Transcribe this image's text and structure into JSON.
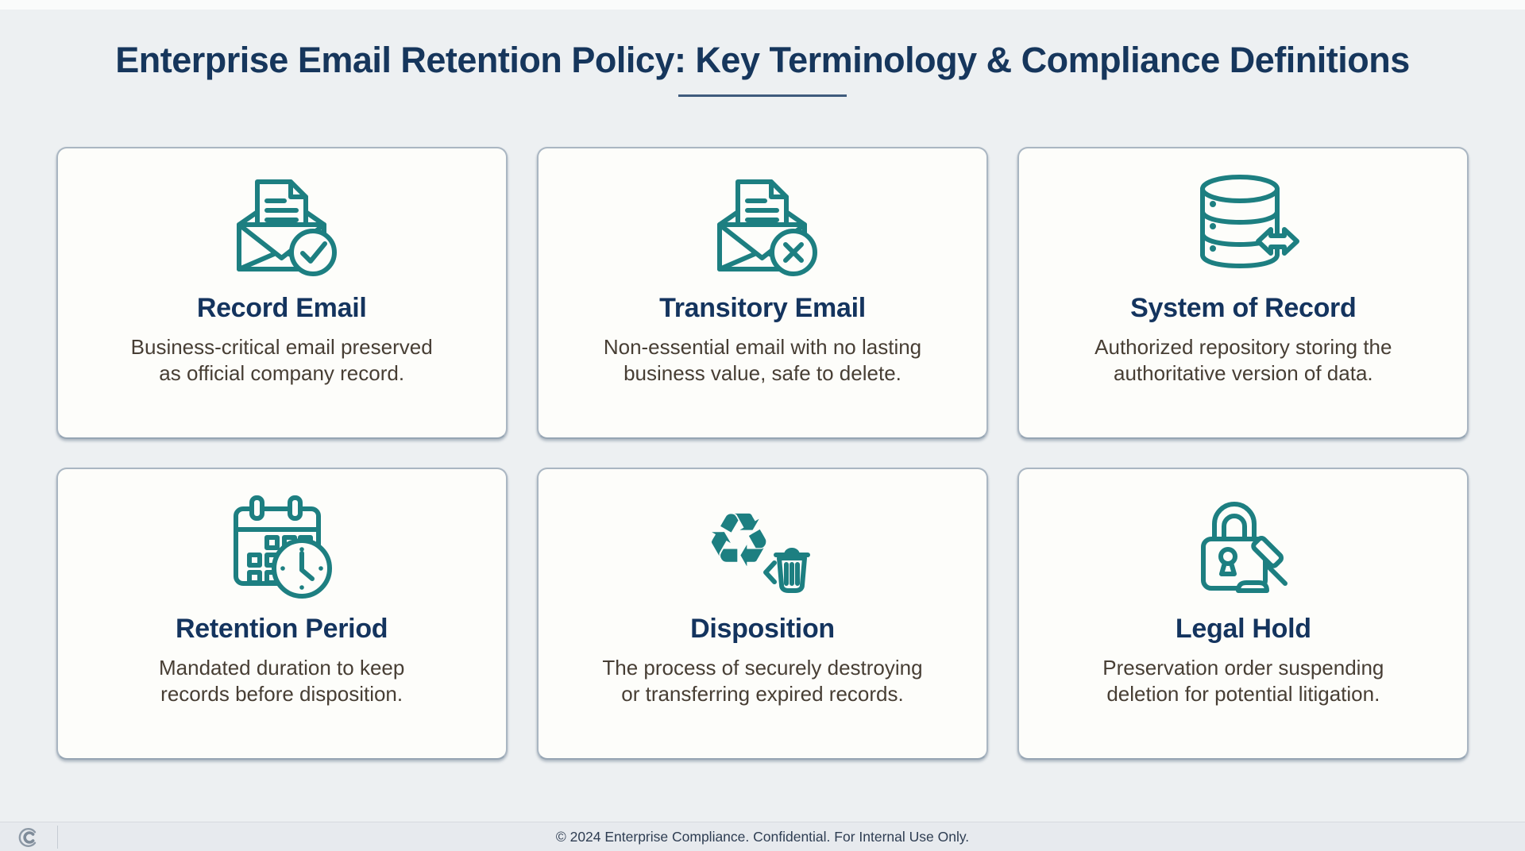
{
  "page": {
    "title": "Enterprise Email Retention Policy: Key Terminology & Compliance Definitions",
    "footer_text": "© 2024 Enterprise Compliance. Confidential. For Internal Use Only.",
    "logo": "c-monogram-logo"
  },
  "colors": {
    "accent_teal": "#1d7f81",
    "title_navy": "#16365c",
    "card_title_navy": "#14345e",
    "body_text": "#473e34",
    "background": "#edf0f2",
    "card_background": "#fdfdfa",
    "card_border": "#aab6c2",
    "footer_background": "#e7eaee"
  },
  "cards": [
    {
      "icon": "envelope-document-check-icon",
      "title": "Record Email",
      "description_lines": [
        "Business-critical email preserved",
        "as official company record."
      ]
    },
    {
      "icon": "envelope-document-x-icon",
      "title": "Transitory Email",
      "description_lines": [
        "Non-essential email with no lasting",
        "business value, safe to delete."
      ]
    },
    {
      "icon": "database-transfer-icon",
      "title": "System of Record",
      "description_lines": [
        "Authorized repository storing the",
        "authoritative version of data."
      ]
    },
    {
      "icon": "calendar-clock-icon",
      "title": "Retention Period",
      "description_lines": [
        "Mandated duration to keep",
        "records before disposition."
      ]
    },
    {
      "icon": "recycle-trash-icon",
      "title": "Disposition",
      "description_lines": [
        "The process of securely destroying",
        "or transferring expired records."
      ]
    },
    {
      "icon": "lock-gavel-icon",
      "title": "Legal Hold",
      "description_lines": [
        "Preservation order suspending",
        "deletion for potential litigation."
      ]
    }
  ]
}
